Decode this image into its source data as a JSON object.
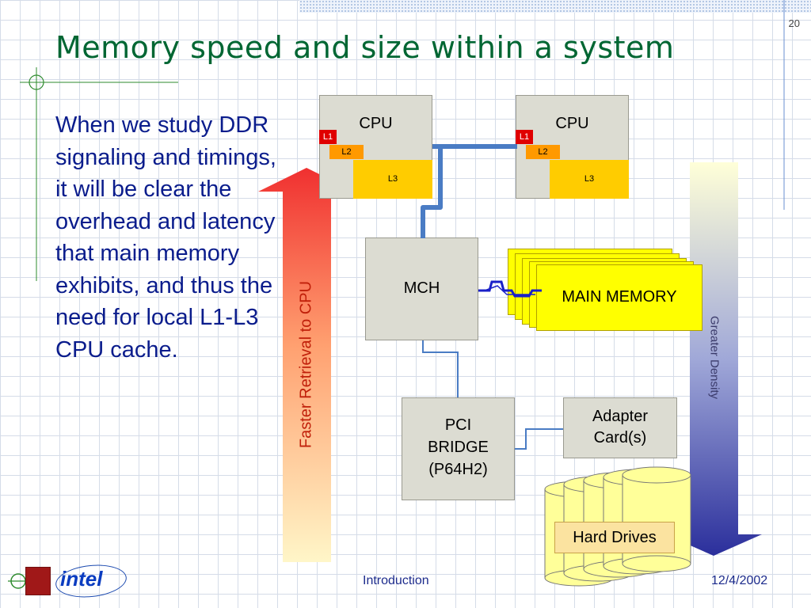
{
  "slide": {
    "title": "Memory speed and size within a system",
    "page_number": "20",
    "body_text": "When we study DDR signaling and timings, it will be clear the overhead and latency that main memory exhibits, and thus the need for local L1-L3 CPU cache."
  },
  "diagram": {
    "cpu1": {
      "label": "CPU",
      "l1": "L1",
      "l2": "L2",
      "l3": "L3"
    },
    "cpu2": {
      "label": "CPU",
      "l1": "L1",
      "l2": "L2",
      "l3": "L3"
    },
    "mch": "MCH",
    "main_memory": "MAIN MEMORY",
    "pci_bridge": [
      "PCI",
      "BRIDGE",
      "(P64H2)"
    ],
    "adapter": [
      "Adapter",
      "Card(s)"
    ],
    "hard_drives": "Hard Drives",
    "arrow_up_label": "Faster Retrieval to CPU",
    "arrow_down_label": "Greater Density",
    "colors": {
      "l1": "#e00000",
      "l2": "#ff9900",
      "l3": "#ffcc00",
      "memory": "#ffff00",
      "bus": "#4a7cc4"
    }
  },
  "footer": {
    "center": "Introduction",
    "date": "12/4/2002",
    "logo_text": "intel"
  }
}
